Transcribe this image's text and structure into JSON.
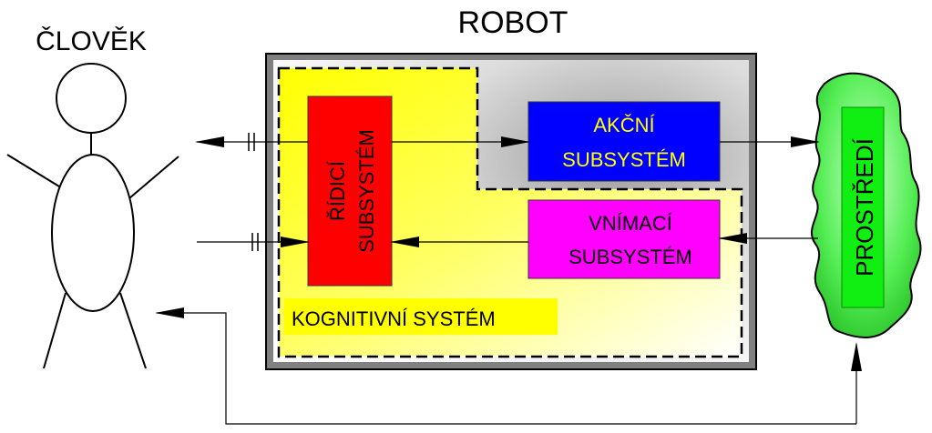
{
  "labels": {
    "human": "ČLOVĚK",
    "robot": "ROBOT",
    "control_line1": "ŘÍDICÍ",
    "control_line2": "SUBSYSTÉM",
    "action_line1": "AKČNÍ",
    "action_line2": "SUBSYSTÉM",
    "perception_line1": "VNÍMACÍ",
    "perception_line2": "SUBSYSTÉM",
    "cognitive": "KOGNITIVNÍ SYSTÉM",
    "environment": "PROSTŘEDÍ"
  },
  "colors": {
    "control_box": "#ff0000",
    "action_box": "#0000ff",
    "perception_box": "#ff00ff",
    "cognitive_fill": "#ffff00",
    "environment_fill": "#22dd22",
    "environment_label_bg": "#11ee11",
    "robot_frame": "#808080",
    "action_text": "#ffff00"
  }
}
